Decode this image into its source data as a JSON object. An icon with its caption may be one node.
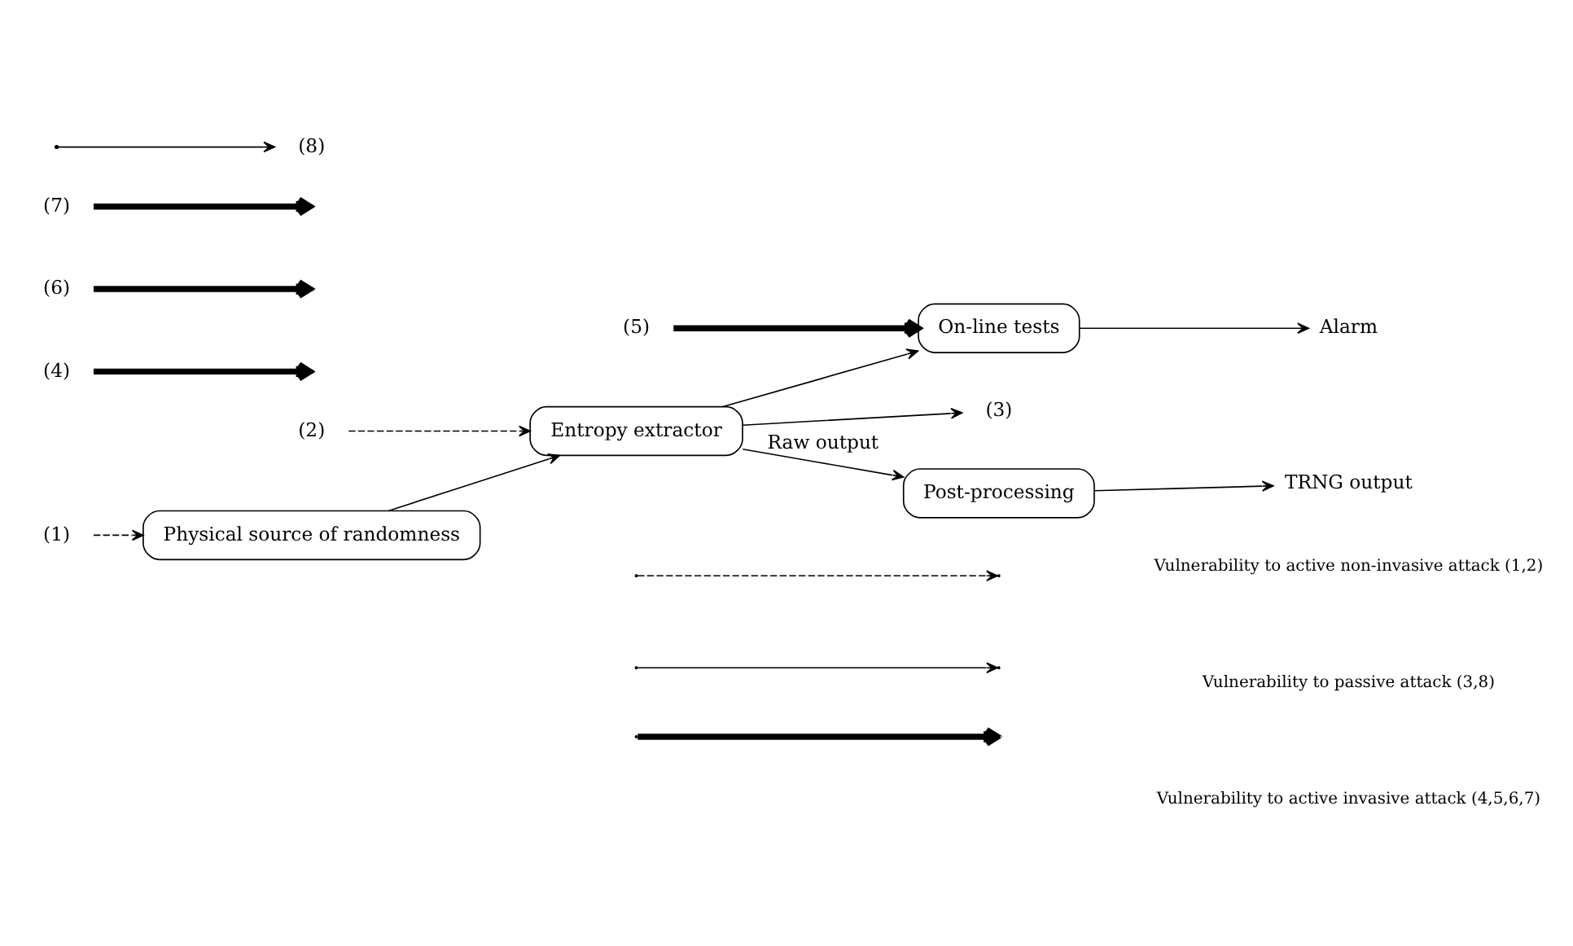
{
  "diagram": {
    "nodes": [
      {
        "text": [
          "Physical source of randomness"
        ]
      },
      {
        "text": [
          "Entropy extractor"
        ]
      },
      {
        "text": [
          "On-line tests"
        ]
      },
      {
        "text": [
          "Post-processing"
        ]
      },
      {
        "text": [
          "(1)"
        ]
      },
      {
        "text": [
          "(2)"
        ]
      },
      {
        "text": [
          "(3)"
        ]
      },
      {
        "text": [
          "(4)"
        ]
      },
      {
        "text": [
          "(5)"
        ]
      },
      {
        "text": [
          "(6)"
        ]
      },
      {
        "text": [
          "Alarm"
        ]
      },
      {
        "text": [
          "TRNG output"
        ]
      },
      {
        "text": [
          "(7)"
        ]
      },
      {
        "text": [
          "(8)"
        ]
      }
    ],
    "edges": [
      {
        "from": 0,
        "to": 1,
        "arrow": "to"
      },
      {
        "from": 1,
        "to": 2,
        "arrow": "to"
      },
      {
        "from": 1,
        "to": 3,
        "arrow": "to",
        "label": "Raw output"
      },
      {
        "from": 2,
        "to": 10,
        "arrow": "to"
      },
      {
        "from": 3,
        "to": 11,
        "arrow": "to"
      },
      {
        "from": 4,
        "to": 0,
        "arrow": "to",
        "style": "dashed"
      },
      {
        "from": 5,
        "to": 1,
        "arrow": "to",
        "style": "dashed"
      },
      {
        "from": 1,
        "to": 6,
        "arrow": "to"
      },
      {
        "from": 7,
        "to": null,
        "arrow": "to",
        "style": "thick"
      },
      {
        "from": 8,
        "to": 2,
        "arrow": "to",
        "style": "thick"
      },
      {
        "from": 9,
        "to": null,
        "arrow": "to",
        "style": "thick"
      },
      {
        "from": 12,
        "to": null,
        "arrow": "to",
        "style": "thick"
      },
      {
        "from": null,
        "to": 13,
        "arrow": "to"
      }
    ],
    "legend": [
      {
        "text": "Vulnerability to active non-invasive attack (1,2)"
      },
      {
        "text": "Vulnerability to passive attack (3,8)"
      },
      {
        "text": "Vulnerability to active invasive attack (4,5,6,7)"
      }
    ]
  }
}
